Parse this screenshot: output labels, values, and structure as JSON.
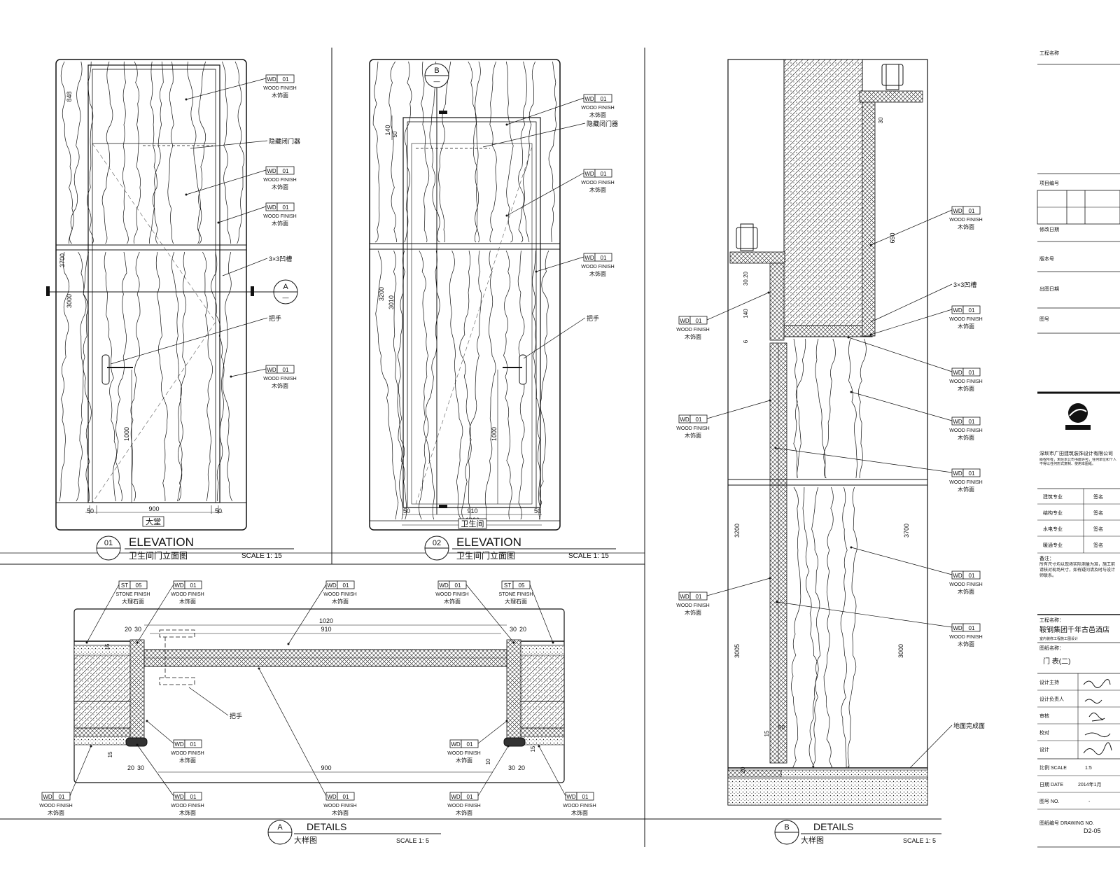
{
  "elevations": [
    {
      "number": "01",
      "title": "ELEVATION",
      "subtitle": "卫生间门立面图",
      "scale": "SCALE  1: 15",
      "room": "大堂",
      "dims": {
        "top": "848",
        "left_total": "3700",
        "left_inner": "3000",
        "handle": "1000",
        "bottom": [
          "50",
          "900",
          "50"
        ]
      }
    },
    {
      "number": "02",
      "title": "ELEVATION",
      "subtitle": "卫生间门立面图",
      "scale": "SCALE  1: 15",
      "room": "卫生间",
      "dims": {
        "top": "140",
        "top2": "50",
        "left_total": "3200",
        "left_inner": "3010",
        "handle": "1000",
        "bottom": [
          "50",
          "910",
          "50"
        ],
        "overall": "1020"
      }
    }
  ],
  "details": [
    {
      "marker": "A",
      "title": "DETAILS",
      "subtitle": "大样图",
      "scale": "SCALE  1: 5",
      "dims": {
        "overall": "1020",
        "inner": "910",
        "bottom": "900",
        "left": [
          "20",
          "30"
        ],
        "right": [
          "30",
          "20"
        ],
        "left_b": [
          "20",
          "30"
        ],
        "right_b": [
          "30",
          "20"
        ],
        "side_l": "15",
        "side_r": "15",
        "gap": "10",
        "h": "15"
      }
    },
    {
      "marker": "B",
      "title": "DETAILS",
      "subtitle": "大样图",
      "scale": "SCALE  1: 5",
      "dims": {
        "top": "30",
        "a": "650",
        "b": "30.20",
        "c": "140",
        "d": "6",
        "left1": "3200",
        "left2": "3005",
        "right1": "3700",
        "right2": "3000",
        "bottom": "20",
        "e": "50",
        "f": "15"
      }
    }
  ],
  "section_markers": {
    "A": "A",
    "B": "B"
  },
  "tag": {
    "code": "WD",
    "num": "01",
    "label": "WOOD FINISH",
    "cn": "木饰面"
  },
  "stone_tag": {
    "code": "ST",
    "num": "05",
    "label": "STONE FINISH",
    "cn": "大理石面"
  },
  "callouts": {
    "door_closer": "隐藏闭门器",
    "handle": "把手",
    "shadow_gap": "3×3凹槽",
    "floor": "地面完成面"
  },
  "title_block": {
    "rows_top": [
      "工程名称",
      "项目编号",
      "修改日期",
      "版本号",
      "出图日期",
      "图号"
    ],
    "company": "深圳市广田建筑装饰设计有限公司",
    "company_note": "版权所有，未经本公司书面许可，任何单位和个人不得以任何形式复制、使用本图纸。",
    "discipline": [
      [
        "建筑专业",
        "签名"
      ],
      [
        "结构专业",
        "签名"
      ],
      [
        "水电专业",
        "签名"
      ],
      [
        "暖通专业",
        "签名"
      ]
    ],
    "notes_label": "备注：",
    "notes": "所有尺寸均以现场实际测量为准，施工前请核对现场尺寸，如有疑问请及时与设计师联系。",
    "project_label": "工程名称：",
    "project": "鞍钢集团千年古邑酒店",
    "project_sub": "室内装修工程施工图设计",
    "drawing_label": "图纸名称：",
    "drawing": "门 表(二)",
    "sign_rows": [
      "设计主持",
      "设计负责人",
      "审核",
      "校对",
      "设计"
    ],
    "scale_label": "比例 SCALE",
    "scale": "1:5",
    "date_label": "日期 DATE",
    "date": "2014年1月",
    "drawno_label": "图号 NO.",
    "drawno": "-",
    "sheetno_label": "图纸编号 DRAWING NO.",
    "sheetno": "D2-05"
  }
}
